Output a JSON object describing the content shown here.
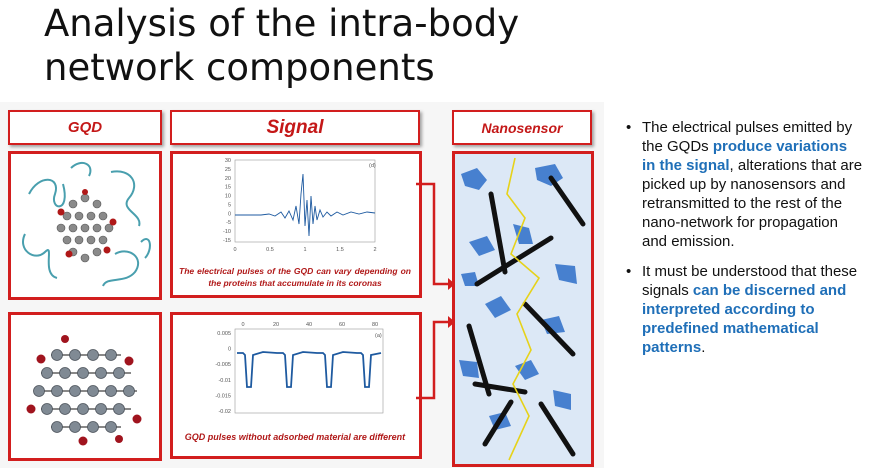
{
  "slide": {
    "title": "Analysis of the intra-body network components"
  },
  "figure": {
    "headers": {
      "gqd": "GQD",
      "signal": "Signal",
      "nanosensor": "Nanosensor"
    },
    "plot_top": {
      "panel_label": "(d)",
      "y_ticks": [
        "30",
        "25",
        "20",
        "15",
        "10",
        "5",
        "0",
        "-5",
        "-10",
        "-15"
      ],
      "x_ticks": [
        "0",
        "0.5",
        "1",
        "1.5",
        "2"
      ]
    },
    "plot_bottom": {
      "panel_label": "(a)",
      "y_ticks": [
        "0.005",
        "0",
        "-0.005",
        "-0.01",
        "-0.015",
        "-0.02"
      ],
      "x_ticks": [
        "0",
        "20",
        "40",
        "60",
        "80"
      ]
    },
    "caption_top": "The electrical pulses of the GQD can vary depending on the proteins that accumulate in its coronas",
    "caption_bottom": "GQD pulses without adsorbed material are different"
  },
  "bullets": [
    {
      "pre": "The electrical pulses emitted by the GQDs ",
      "highlight": "produce variations in the signal",
      "post": ", alterations that are picked up by nanosensors and retransmitted to the rest of the nano-network for propagation and emission."
    },
    {
      "pre": "It must be understood that these signals ",
      "highlight": "can be discerned and interpreted according to predefined mathematical patterns",
      "post": "."
    }
  ],
  "colors": {
    "frame_red": "#d21e1e",
    "highlight_blue": "#1f6fb8",
    "signal_line": "#1e5aa0",
    "protein_blue": "#2e6fc9",
    "nanotube_black": "#111111",
    "trace_yellow": "#e6d21a"
  }
}
